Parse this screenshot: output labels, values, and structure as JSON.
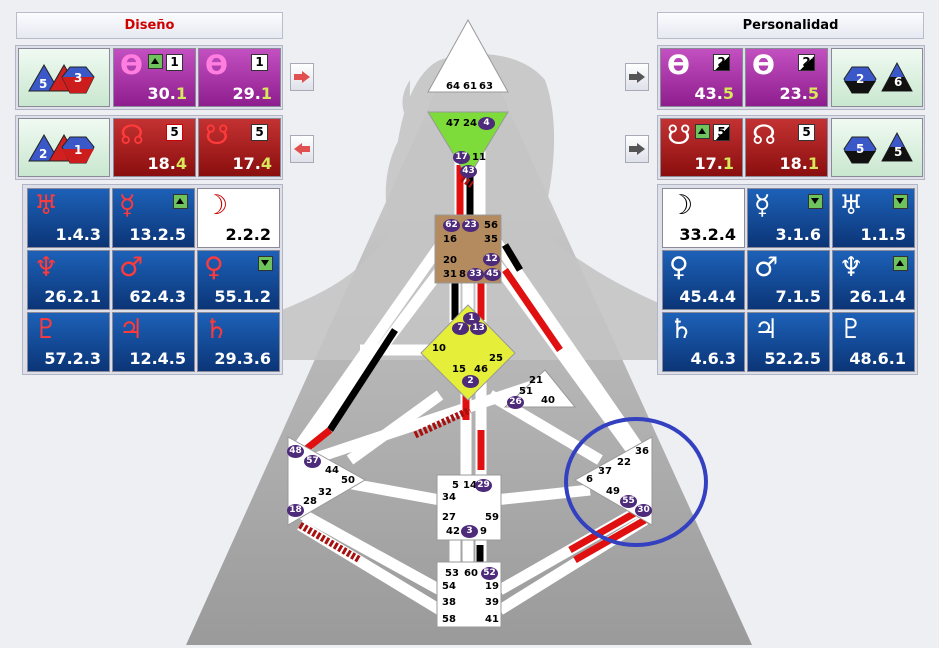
{
  "design": {
    "title": "Diseño",
    "title_color": "#d00000",
    "profile_row1": {
      "hex1": "5",
      "hex2": "3"
    },
    "profile_row2": {
      "hex1": "2",
      "hex2": "1"
    },
    "top_cells": [
      {
        "planet": "Earth",
        "symbol_icon": "earth-icon",
        "glyph": "ϴ",
        "gate": "30",
        "line": "1",
        "mark": "up",
        "box": "1"
      },
      {
        "planet": "Sun",
        "symbol_icon": "sun-icon",
        "glyph": "ϴ",
        "gate": "29",
        "line": "1",
        "box": "1"
      },
      {
        "planet": "North Node",
        "symbol_icon": "north-node-icon",
        "glyph": "☊",
        "gate": "18",
        "line": "4",
        "box": "5"
      },
      {
        "planet": "South Node",
        "symbol_icon": "south-node-icon",
        "glyph": "☋",
        "gate": "17",
        "line": "4",
        "box": "5"
      }
    ],
    "planets": [
      {
        "name": "Uranus",
        "glyph": "♅",
        "value": "1.4.3",
        "color": "blue"
      },
      {
        "name": "Mercury",
        "glyph": "☿",
        "value": "13.2.5",
        "color": "blue",
        "mark": "up"
      },
      {
        "name": "Moon",
        "glyph": "☽",
        "value": "2.2.2",
        "color": "white"
      },
      {
        "name": "Neptune",
        "glyph": "♆",
        "value": "26.2.1",
        "color": "blue"
      },
      {
        "name": "Mars",
        "glyph": "♂",
        "value": "62.4.3",
        "color": "blue"
      },
      {
        "name": "Venus",
        "glyph": "♀",
        "value": "55.1.2",
        "color": "blue",
        "mark": "down"
      },
      {
        "name": "Pluto",
        "glyph": "♇",
        "value": "57.2.3",
        "color": "blue"
      },
      {
        "name": "Jupiter",
        "glyph": "♃",
        "value": "12.4.5",
        "color": "blue"
      },
      {
        "name": "Saturn",
        "glyph": "♄",
        "value": "29.3.6",
        "color": "blue"
      }
    ]
  },
  "personality": {
    "title": "Personalidad",
    "title_color": "#000000",
    "profile_row1": {
      "hex1": "2",
      "hex2": "6"
    },
    "profile_row2": {
      "hex1": "5",
      "hex2": "5"
    },
    "top_cells": [
      {
        "planet": "Sun",
        "symbol_icon": "sun-icon",
        "glyph": "ϴ",
        "gate": "43",
        "line": "5",
        "box": "2"
      },
      {
        "planet": "Earth",
        "symbol_icon": "earth-icon",
        "glyph": "ϴ",
        "gate": "23",
        "line": "5",
        "box": "2"
      },
      {
        "planet": "South Node",
        "symbol_icon": "south-node-icon",
        "glyph": "☋",
        "gate": "17",
        "line": "1",
        "mark": "up",
        "box": "5"
      },
      {
        "planet": "North Node",
        "symbol_icon": "north-node-icon",
        "glyph": "☊",
        "gate": "18",
        "line": "1",
        "box": "5"
      }
    ],
    "planets": [
      {
        "name": "Moon",
        "glyph": "☽",
        "value": "33.2.4",
        "color": "white"
      },
      {
        "name": "Mercury",
        "glyph": "☿",
        "value": "3.1.6",
        "color": "blue",
        "mark": "down"
      },
      {
        "name": "Uranus",
        "glyph": "♅",
        "value": "1.1.5",
        "color": "blue",
        "mark": "down"
      },
      {
        "name": "Venus",
        "glyph": "♀",
        "value": "45.4.4",
        "color": "blue"
      },
      {
        "name": "Mars",
        "glyph": "♂",
        "value": "7.1.5",
        "color": "blue"
      },
      {
        "name": "Neptune",
        "glyph": "♆",
        "value": "26.1.4",
        "color": "blue",
        "mark": "up"
      },
      {
        "name": "Saturn",
        "glyph": "♄",
        "value": "4.6.3",
        "color": "blue"
      },
      {
        "name": "Jupiter",
        "glyph": "♃",
        "value": "52.2.5",
        "color": "blue"
      },
      {
        "name": "Pluto",
        "glyph": "♇",
        "value": "48.6.1",
        "color": "blue"
      }
    ]
  },
  "bodygraph": {
    "colors": {
      "design": "#e01010",
      "personality": "#000000",
      "active_gate": "#4d2a7a",
      "highlight_circle": "#3340c0"
    },
    "head_gates": [
      "64",
      "61",
      "63"
    ],
    "ajna_gates": [
      "47",
      "24",
      "4",
      "17",
      "11",
      "43"
    ],
    "throat_gates": [
      "62",
      "23",
      "56",
      "16",
      "35",
      "20",
      "12",
      "31",
      "8",
      "33",
      "45"
    ],
    "g_gates": [
      "1",
      "7",
      "13",
      "10",
      "25",
      "15",
      "46",
      "2"
    ],
    "ego_gates": [
      "21",
      "51",
      "26",
      "40"
    ],
    "spleen_gates": [
      "48",
      "57",
      "44",
      "50",
      "32",
      "28",
      "18"
    ],
    "solar_gates": [
      "36",
      "22",
      "37",
      "6",
      "49",
      "55",
      "30"
    ],
    "sacral_gates": [
      "5",
      "14",
      "29",
      "34",
      "27",
      "42",
      "3",
      "59",
      "9"
    ],
    "root_gates": [
      "53",
      "60",
      "52",
      "54",
      "19",
      "38",
      "39",
      "58",
      "41"
    ]
  }
}
